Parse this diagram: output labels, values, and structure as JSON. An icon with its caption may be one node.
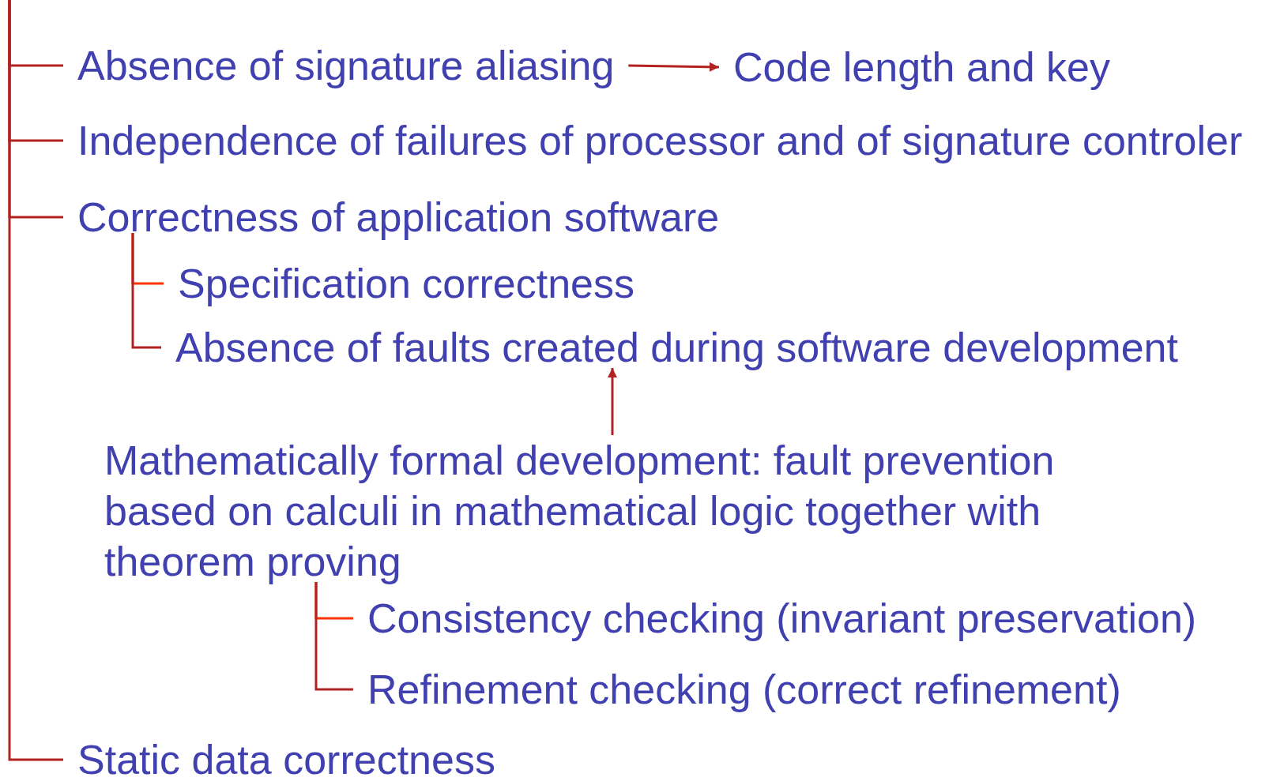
{
  "diagram": {
    "nodes": [
      {
        "text": [
          "Absence of signature aliasing"
        ]
      },
      {
        "text": [
          "Code length and key"
        ]
      },
      {
        "text": [
          "Independence of failures of processor and of signature controler"
        ]
      },
      {
        "text": [
          "Correctness of application software"
        ]
      },
      {
        "text": [
          "Specification correctness"
        ]
      },
      {
        "text": [
          "Absence of faults created during software development"
        ]
      },
      {
        "text": [
          "Mathematically formal development: fault prevention based on calculi in mathematical logic together with theorem proving"
        ]
      },
      {
        "text": [
          "Consistency checking (invariant preservation)"
        ]
      },
      {
        "text": [
          "Refinement checking (correct refinement)"
        ]
      },
      {
        "text": [
          "Static data correctness"
        ]
      }
    ],
    "edges": [
      {
        "from": null,
        "to": 0,
        "arrow": "none"
      },
      {
        "from": 0,
        "to": 1,
        "arrow": "to"
      },
      {
        "from": null,
        "to": 2,
        "arrow": "none"
      },
      {
        "from": null,
        "to": 3,
        "arrow": "none"
      },
      {
        "from": 3,
        "to": 4,
        "arrow": "none",
        "color": "#ff3300"
      },
      {
        "from": 3,
        "to": 5,
        "arrow": "none"
      },
      {
        "from": 6,
        "to": 5,
        "arrow": "to"
      },
      {
        "from": 6,
        "to": 7,
        "arrow": "none",
        "color": "#ff3300"
      },
      {
        "from": 6,
        "to": 8,
        "arrow": "none"
      },
      {
        "from": null,
        "to": 9,
        "arrow": "none"
      }
    ]
  }
}
